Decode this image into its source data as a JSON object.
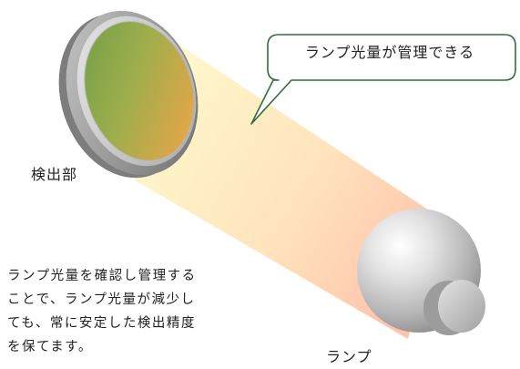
{
  "labels": {
    "detector": "検出部",
    "lamp": "ランプ"
  },
  "callout": {
    "text": "ランプ光量が管理できる"
  },
  "description": {
    "lines": [
      "ランプ光量を確認し管理する",
      "ことで、ランプ光量が減少し",
      "ても、常に安定した検出精度",
      "を保てます。"
    ]
  },
  "colors": {
    "beam_near_detector": "#fff3c0",
    "beam_near_lamp": "#ffc6b2",
    "callout_border": "#2f6d39",
    "detector_frame": "#8a8a8a",
    "detector_glass_green": "#7aa84a",
    "detector_glass_orange": "#e0a040",
    "lamp_silver": "#c8c8c8"
  }
}
